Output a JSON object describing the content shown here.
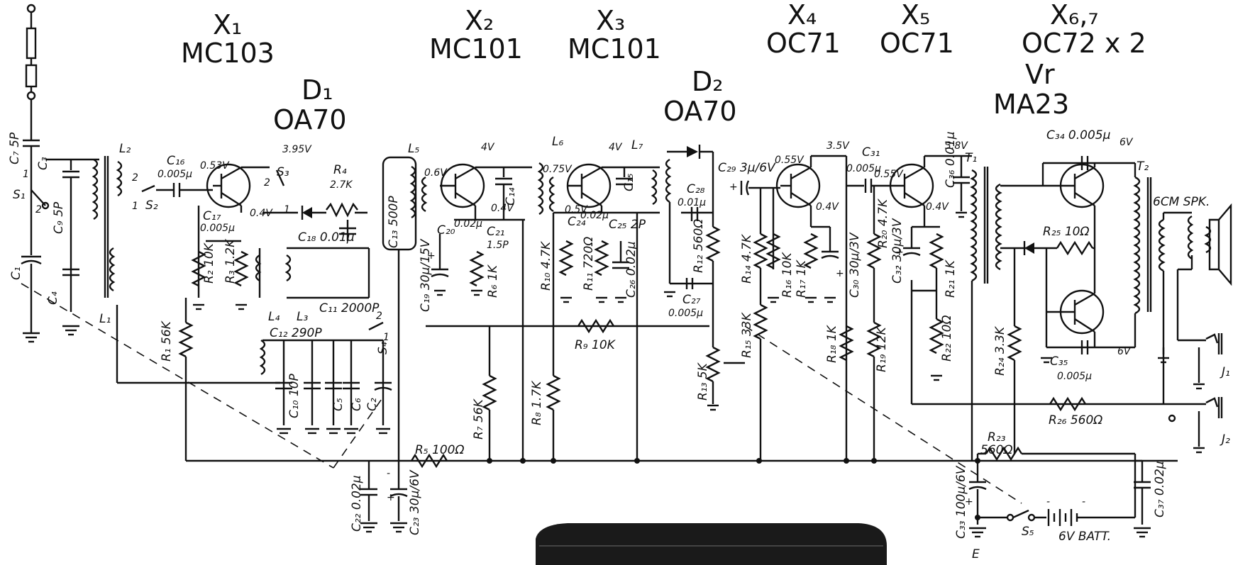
{
  "transistors": [
    {
      "ref": "X₁",
      "type": "MC103"
    },
    {
      "ref": "X₂",
      "type": "MC101"
    },
    {
      "ref": "X₃",
      "type": "MC101"
    },
    {
      "ref": "X₄",
      "type": "OC71"
    },
    {
      "ref": "X₅",
      "type": "OC71"
    },
    {
      "ref": "X₆,₇",
      "type": "OC72 x 2"
    }
  ],
  "diodes": [
    {
      "ref": "D₁",
      "type": "OA70"
    },
    {
      "ref": "D₂",
      "type": "OA70"
    }
  ],
  "varistor": {
    "ref": "Vr",
    "type": "MA23"
  },
  "components": {
    "c7": "C₇ 5P",
    "c3": "C₃",
    "c9": "C₉ 5P",
    "c4": "C₄",
    "c1": "C₁",
    "s1": "S₁",
    "l1": "L₁",
    "l2": "L₂",
    "c16": "C₁₆",
    "c16v": "0.005μ",
    "s2": "S₂",
    "s3": "S₃",
    "c17": "C₁₇",
    "c17v": "0.005μ",
    "r2": "R₂ 10K",
    "r3": "R₃ 1.2K",
    "r4": "R₄",
    "r4v": "2.7K",
    "c18": "C₁₈ 0.01μ",
    "c13": "C₁₃ 500P",
    "l5": "L₅",
    "r1": "R₁ 56K",
    "l4": "L₄",
    "l3": "L₃",
    "c11": "C₁₁ 2000P",
    "c12": "C₁₂ 290P",
    "s4": "S₄",
    "c10": "C₁₀ 10P",
    "c5": "C₅",
    "c6": "C₆",
    "c2": "C₂",
    "c20": "C₂₀",
    "c20v": "0.02μ",
    "c21": "C₂₁",
    "c21v": "1.5P",
    "c14": "C₁₄",
    "c19": "C₁₉ 30μ/15V",
    "r6": "R₆ 1K",
    "l6": "L₆",
    "l7": "L₇",
    "c15": "C₁₅",
    "r10": "R₁₀ 4.7K",
    "c24": "C₂₄",
    "c24v": "0.02μ",
    "r11": "R₁₁ 720Ω",
    "c25": "C₂₅ 2P",
    "c26": "C₂₆ 0.02μ",
    "r9": "R₉ 10K",
    "r7": "R₇ 56K",
    "r8": "R₈ 1.7K",
    "r5": "R₅ 100Ω",
    "c22": "C₂₂ 0.02μ",
    "c23": "C₂₃ 30μ/6V",
    "c28": "C₂₈",
    "c28v": "0.01μ",
    "r12": "R₁₂ 560Ω",
    "c27": "C₂₇",
    "c27v": "0.005μ",
    "r13": "R₁₃ 5K",
    "c29": "C₂₉ 3μ/6V",
    "r14": "R₁₄ 4.7K",
    "r15": "R₁₅ 33K",
    "r16": "R₁₆ 10K",
    "r17": "R₁₇ 1K",
    "c30": "C₃₀ 30μ/3V",
    "r18": "R₁₈ 1K",
    "c31": "C₃₁",
    "c31v": "0.005μ",
    "r20": "R₂₀ 4.7K",
    "r19": "R₁₉ 12K",
    "c32": "C₃₂ 30μ/3V",
    "r21": "R₂₁ 1K",
    "r22": "R₂₂ 10Ω",
    "c36": "C₃₆ 0.01μ",
    "t1": "T₁",
    "t2": "T₂",
    "c34": "C₃₄ 0.005μ",
    "r25": "R₂₅ 10Ω",
    "c35": "C₃₅",
    "c35v": "0.005μ",
    "r24": "R₂₄ 3.3K",
    "r23": "R₂₃",
    "r23v": "560Ω",
    "r26": "R₂₆ 560Ω",
    "c33": "C₃₃ 100μ/6V",
    "s5": "S₅",
    "batt": "6V BATT.",
    "e": "E",
    "c37": "C₃₇ 0.02μ",
    "spk": "6CM SPK.",
    "j1": "J₁",
    "j2": "J₂"
  },
  "voltages": {
    "v1": "0.53V",
    "v2": "3.95V",
    "v3": "0.4V",
    "v4": "0.6V",
    "v5": "4V",
    "v6": "0.4V",
    "v7": "0.75V",
    "v8": "4V",
    "v9": "0.5V",
    "v10": "0.55V",
    "v11": "3.5V",
    "v12": "0.4V",
    "v13": "0.55V",
    "v14": "3.8V",
    "v15": "0.4V",
    "v16": "6V",
    "v17": "6V"
  },
  "switch_marks": {
    "n1": "1",
    "n2": "2",
    "n3": "2",
    "n4": "1",
    "n5": "2",
    "n6": "1",
    "n7": "2",
    "n8": "1",
    "n9": "2",
    "n10": "1",
    "p1": "+",
    "p2": "-",
    "p3": "+",
    "p4": "+",
    "p5": "+",
    "p6": "-",
    "p7": "+",
    "p8": "+",
    "p9": "-"
  }
}
